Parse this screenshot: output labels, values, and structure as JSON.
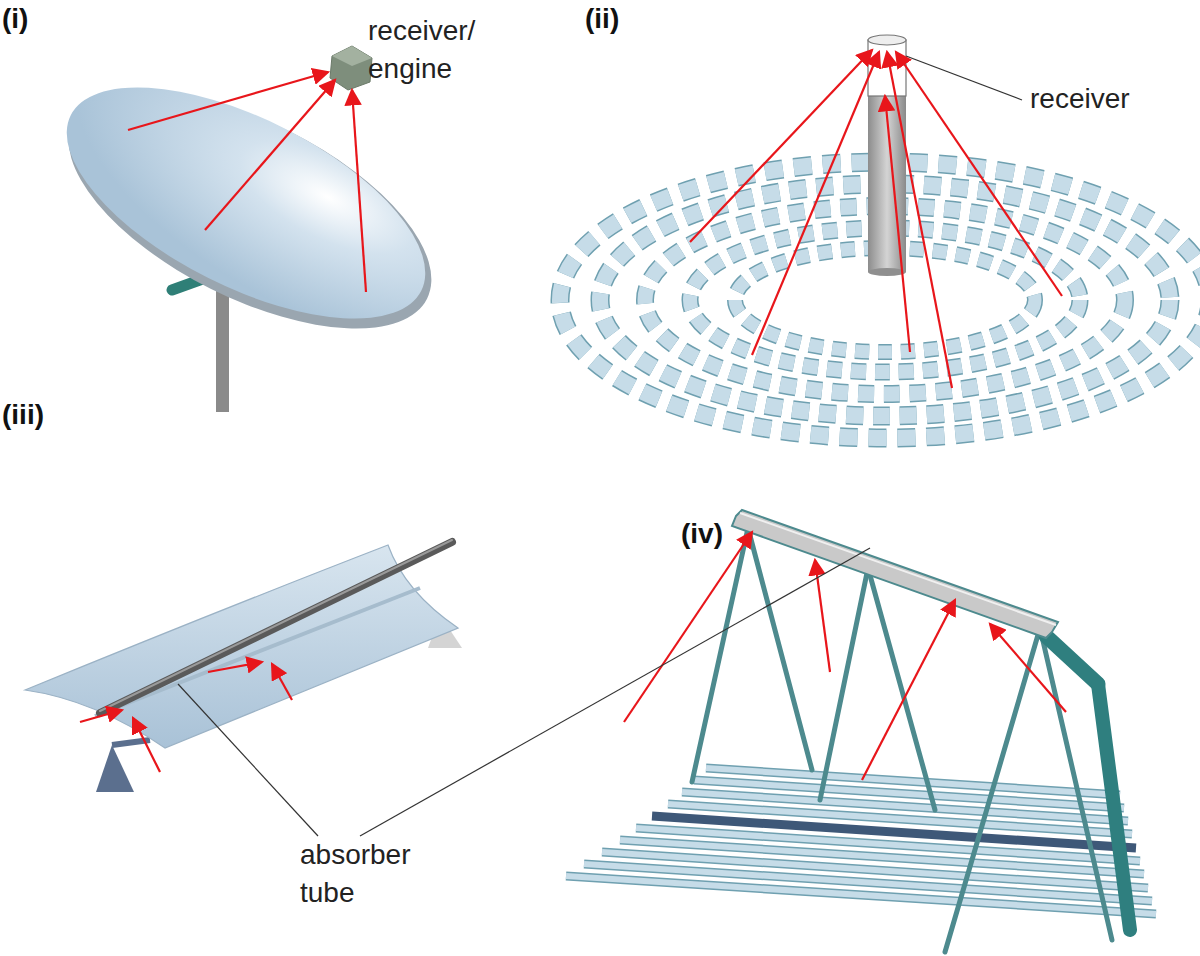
{
  "diagram": {
    "labels": [
      "(i)",
      "receiver/ engine",
      "(ii)",
      "receiver",
      "(iii)",
      "absorber tube",
      "(iv)"
    ]
  }
}
